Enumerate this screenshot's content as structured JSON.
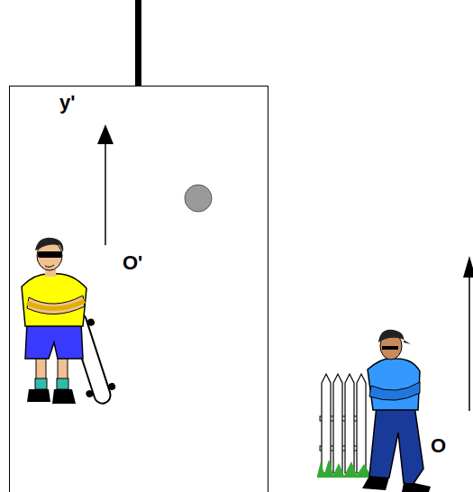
{
  "diagram": {
    "nodes": [
      {
        "text": [
          "y'",
          "O'"
        ]
      }
    ],
    "labels": [
      "O"
    ]
  }
}
